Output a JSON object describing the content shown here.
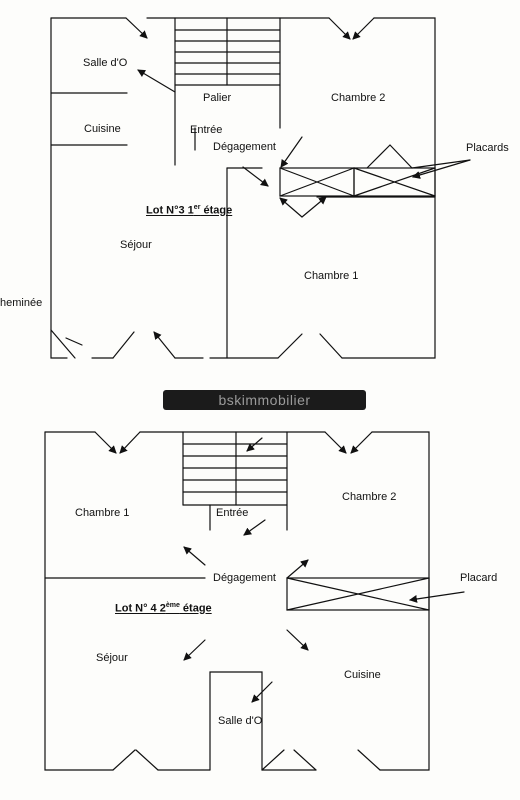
{
  "floor1": {
    "rooms": {
      "salle_do": "Salle d'O",
      "palier": "Palier",
      "chambre2": "Chambre 2",
      "cuisine": "Cuisine",
      "entree": "Entrée",
      "degagement": "Dégagement",
      "placards": "Placards",
      "sejour": "Séjour",
      "chambre1": "Chambre 1",
      "cheminee": "heminée"
    },
    "lot_main": "Lot N°3 1",
    "lot_sup": "er",
    "lot_tail": " étage"
  },
  "watermark": "bskimmobilier",
  "floor2": {
    "rooms": {
      "chambre1": "Chambre 1",
      "chambre2": "Chambre 2",
      "entree": "Entrée",
      "degagement": "Dégagement",
      "placard": "Placard",
      "sejour": "Séjour",
      "cuisine": "Cuisine",
      "salle_do": "Salle d'O"
    },
    "lot_main": "Lot N° 4 2",
    "lot_sup": "ème",
    "lot_tail": " étage"
  },
  "colors": {
    "ink": "#111111",
    "paper": "#fdfdfb",
    "watermark_bg": "#1b1b1b"
  }
}
